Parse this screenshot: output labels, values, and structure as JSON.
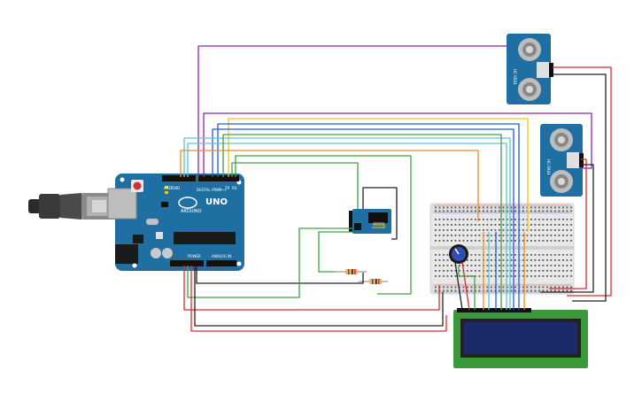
{
  "board": {
    "logo": "UNO",
    "brand": "ARDUINO",
    "digital_label": "DIGITAL (PWM~)",
    "power_label": "POWER",
    "analog_label": "ANALOG IN",
    "aref_label": "AREF",
    "gnd_label": "GND",
    "tx_label": "TX",
    "rx_label": "RX"
  },
  "sensor1": {
    "label": "HC-SR04"
  },
  "sensor2": {
    "label": "HC-SR04"
  },
  "colors": {
    "board": "#1f6fa3",
    "purple": "#8e24aa",
    "red": "#d32f2f",
    "black": "#222222",
    "green": "#43a047",
    "orange": "#ef8c1a",
    "yellow": "#f0c419",
    "blue": "#1e5bd8",
    "cyan": "#5bc4d8",
    "lcd_body": "#3a9a3a",
    "lcd_screen": "#1c2a6b"
  }
}
